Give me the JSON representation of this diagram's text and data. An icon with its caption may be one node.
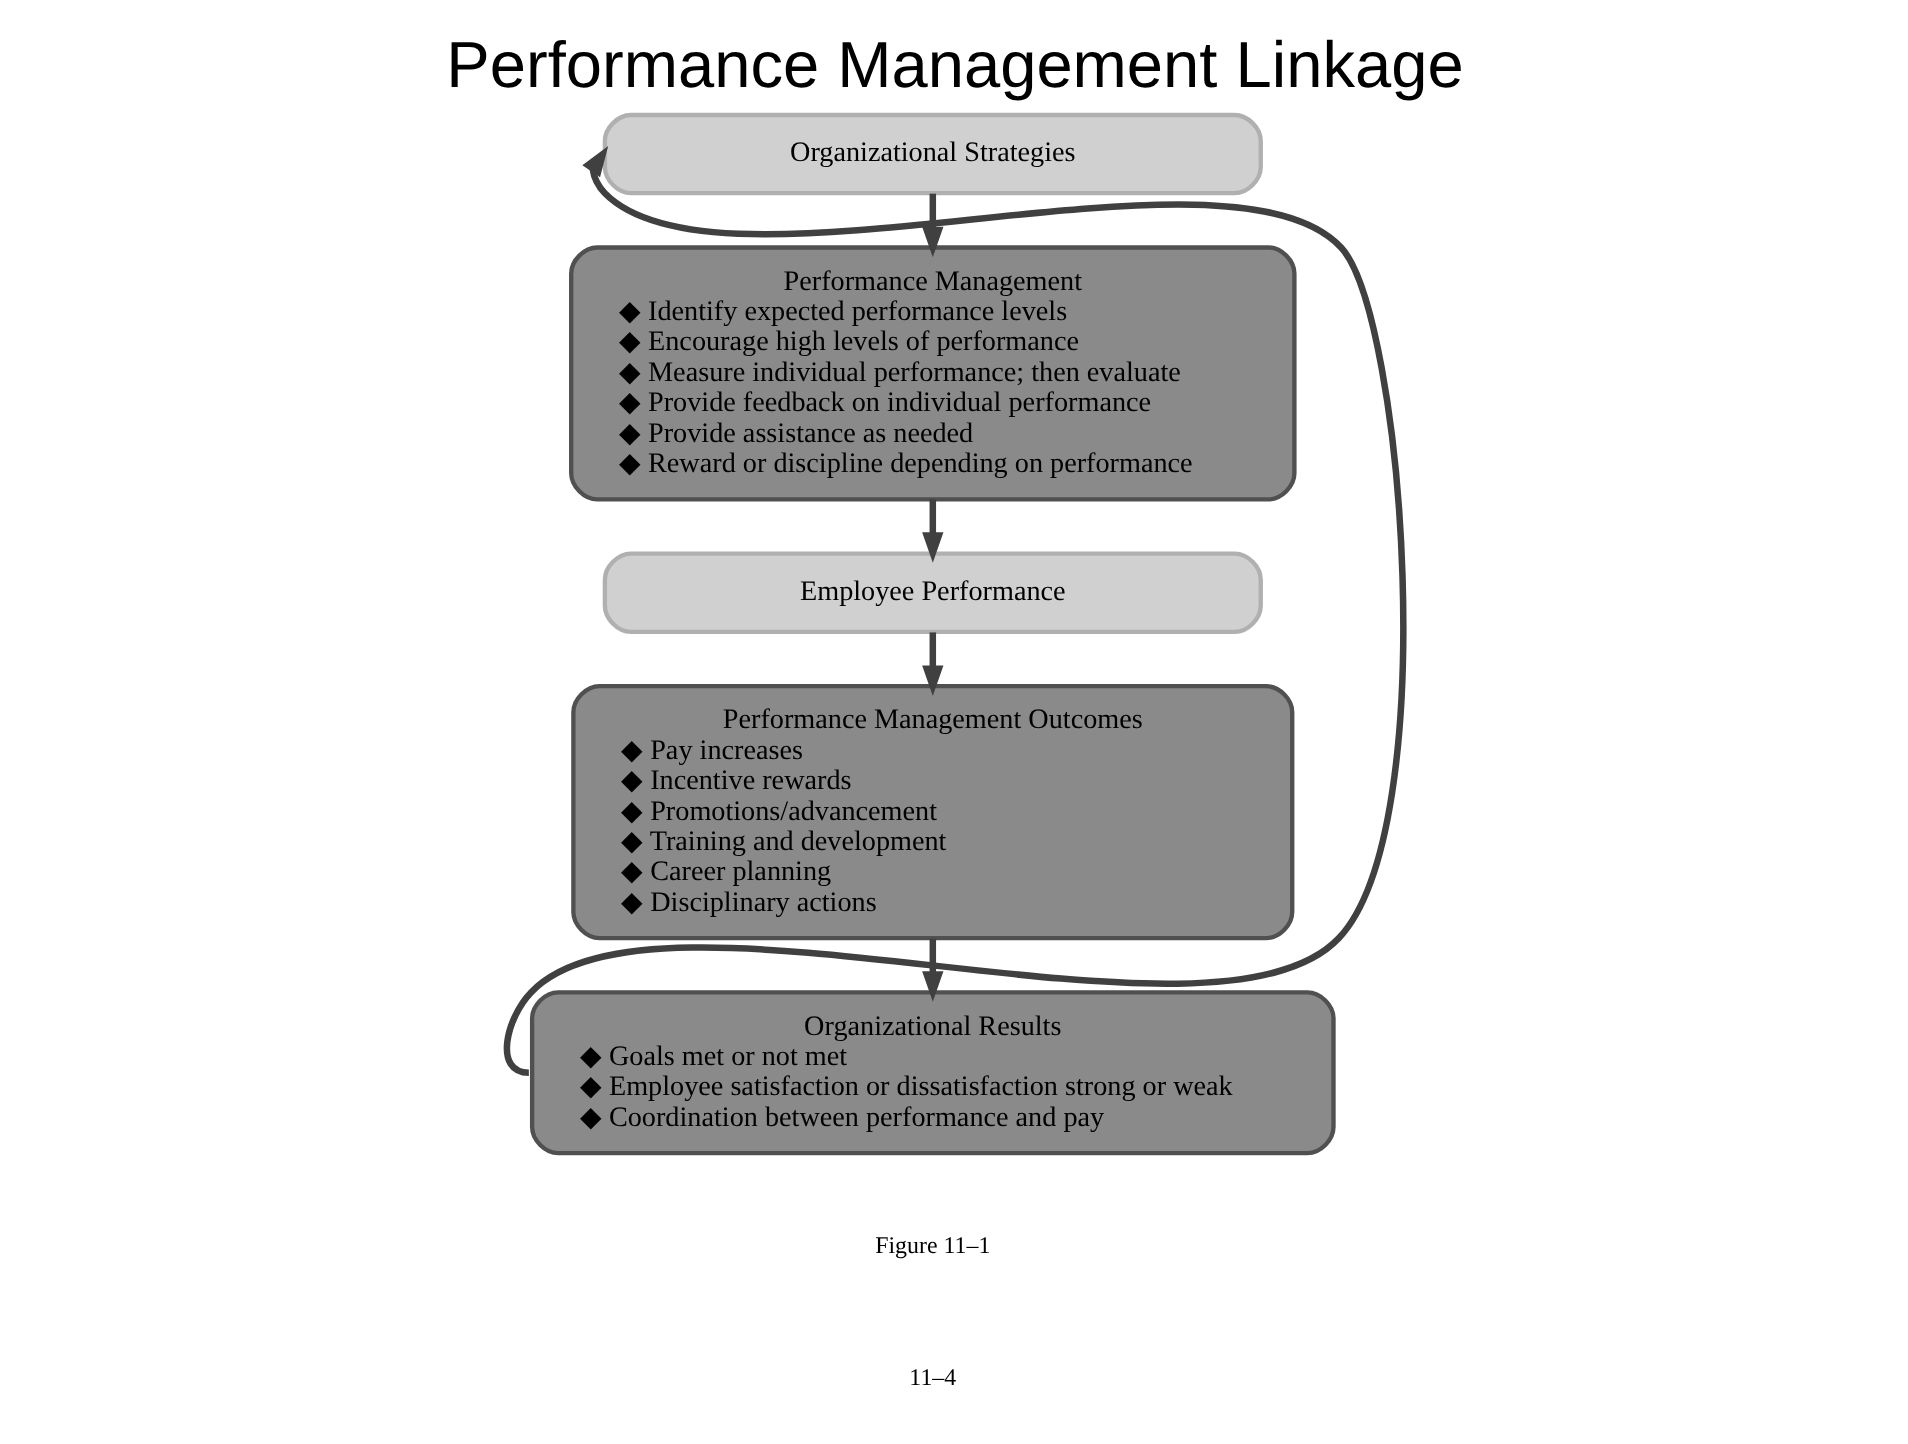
{
  "diagram": {
    "title": "Performance Management Linkage",
    "nodes": [
      {
        "text": [
          "Organizational Strategies"
        ]
      },
      {
        "text": [
          "Performance Management",
          "◆ Identify expected performance levels",
          "◆ Encourage high levels of performance",
          "◆ Measure individual performance; then evaluate",
          "◆ Provide feedback on individual performance",
          "◆ Provide assistance as needed",
          "◆ Reward or discipline depending on performance"
        ]
      },
      {
        "text": [
          "Employee Performance"
        ]
      },
      {
        "text": [
          "Performance Management Outcomes",
          "◆ Pay increases",
          "◆ Incentive rewards",
          "◆ Promotions/advancement",
          "◆ Training and development",
          "◆ Career planning",
          "◆ Disciplinary actions"
        ]
      },
      {
        "text": [
          "Organizational Results",
          "◆ Goals met or not met",
          "◆ Employee satisfaction or dissatisfaction strong or weak",
          "◆ Coordination between performance and pay"
        ]
      }
    ],
    "edges": [
      {
        "from": 0,
        "to": 1,
        "arrow": "to"
      },
      {
        "from": 1,
        "to": 2,
        "arrow": "to"
      },
      {
        "from": 2,
        "to": 3,
        "arrow": "to"
      },
      {
        "from": 3,
        "to": 4,
        "arrow": "to"
      },
      {
        "from": 4,
        "to": 0,
        "arrow": "to"
      }
    ],
    "labels": [
      "Figure 11–1",
      "11–4"
    ]
  }
}
